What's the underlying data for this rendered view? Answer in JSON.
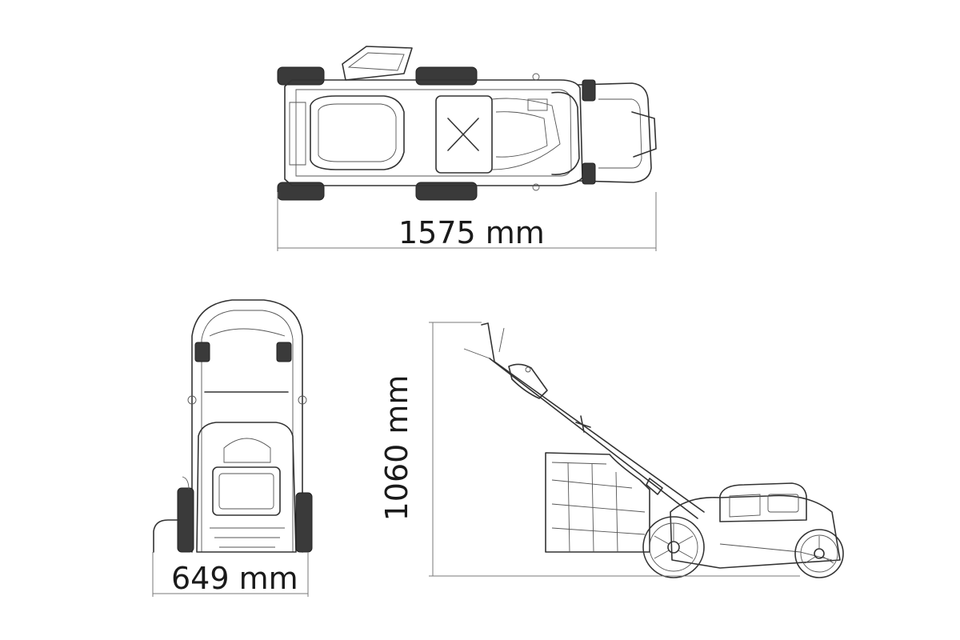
{
  "dimensions": {
    "length": "1575 mm",
    "width": "649 mm",
    "height": "1060 mm"
  },
  "colors": {
    "line": "#333333",
    "dimension_line": "#7a7a7a",
    "background": "#ffffff"
  }
}
